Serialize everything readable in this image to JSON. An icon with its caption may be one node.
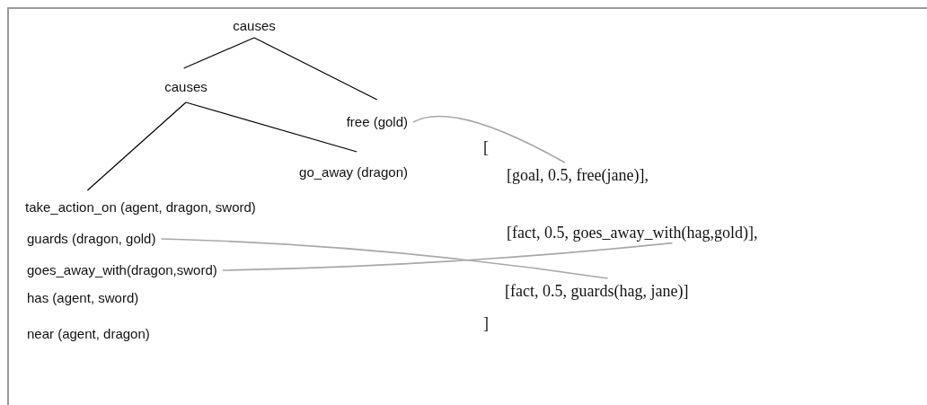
{
  "diagram": {
    "nodes": [
      {
        "text": [
          "causes"
        ]
      },
      {
        "text": [
          "causes"
        ]
      },
      {
        "text": [
          "free (gold)"
        ]
      },
      {
        "text": [
          "go_away (dragon)"
        ]
      },
      {
        "text": [
          "take_action_on (agent, dragon, sword)"
        ]
      },
      {
        "text": [
          "guards (dragon, gold)"
        ]
      },
      {
        "text": [
          "goes_away_with(dragon,sword)"
        ]
      },
      {
        "text": [
          "has (agent, sword)"
        ]
      },
      {
        "text": [
          "near (agent, dragon)"
        ]
      },
      {
        "text": [
          "[goal, 0.5, free(jane)],"
        ]
      },
      {
        "text": [
          "[fact, 0.5, goes_away_with(hag,gold)],"
        ]
      },
      {
        "text": [
          "[fact, 0.5, guards(hag, jane)]"
        ]
      }
    ],
    "edges": [
      {
        "from": 0,
        "to": 1,
        "arrow": "none"
      },
      {
        "from": 0,
        "to": 2,
        "arrow": "none"
      },
      {
        "from": 1,
        "to": 4,
        "arrow": "none"
      },
      {
        "from": 1,
        "to": 3,
        "arrow": "none"
      },
      {
        "from": 2,
        "to": 9,
        "arrow": "none",
        "color": "#a8a8a8"
      },
      {
        "from": 5,
        "to": 11,
        "arrow": "none",
        "color": "#a8a8a8"
      },
      {
        "from": 6,
        "to": 10,
        "arrow": "none",
        "color": "#a8a8a8"
      }
    ],
    "labels": [
      "[",
      "]"
    ]
  }
}
